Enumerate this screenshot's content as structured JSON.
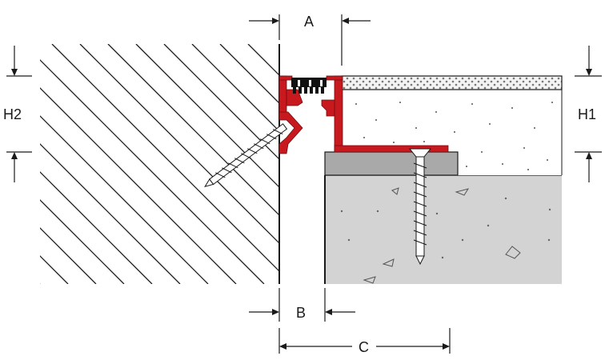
{
  "labels": {
    "a": "A",
    "b": "B",
    "c": "C",
    "h1": "H1",
    "h2": "H2"
  },
  "colors": {
    "profile": "#c8191e",
    "wall_hatch": "#1a1a1a",
    "screed": "#d3d3d3",
    "bed": "#a9a9a9",
    "tile": "#f0f0f0",
    "lines": "#1a1a1a"
  },
  "icons": [
    "wall-anchor-screw-icon",
    "countersunk-screw-icon",
    "rubber-insert-icon"
  ]
}
